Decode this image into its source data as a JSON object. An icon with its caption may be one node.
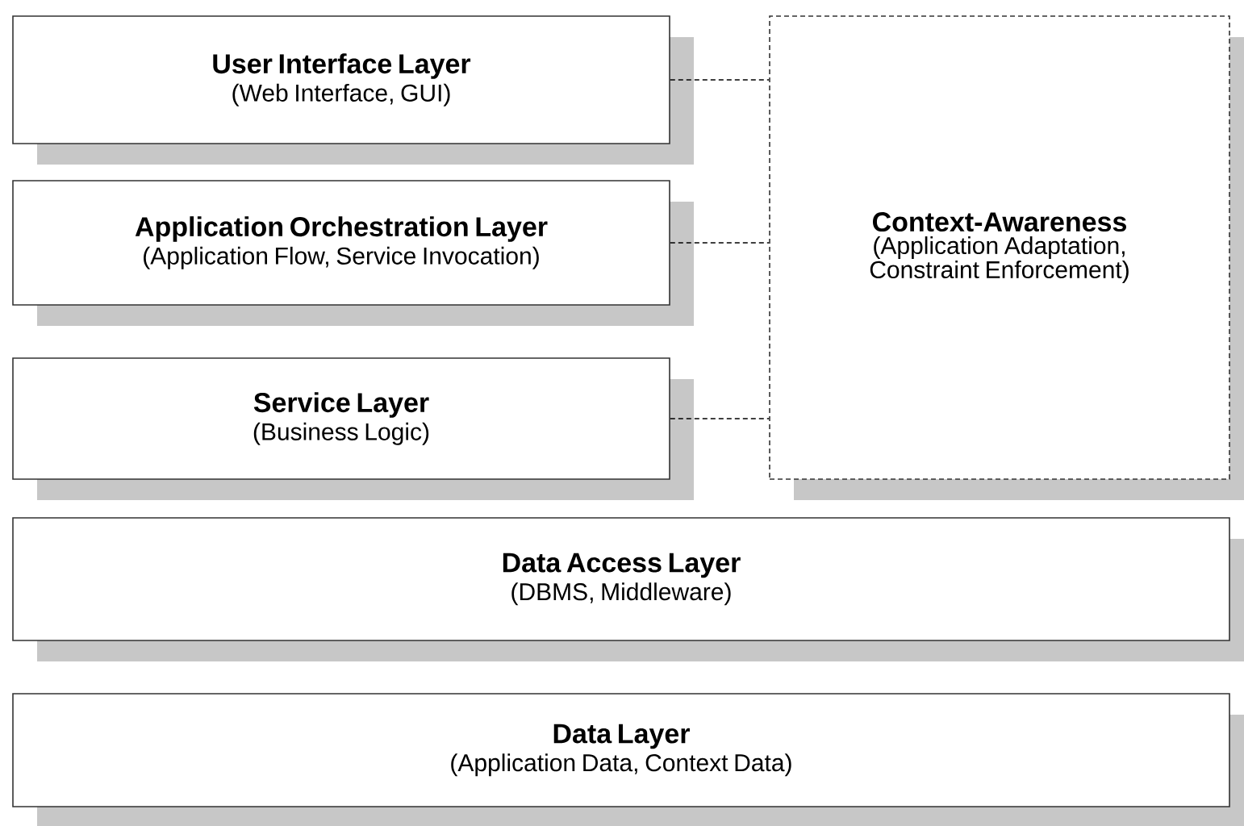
{
  "diagram": {
    "nodes": [
      {
        "text": [
          "User Interface Layer",
          "(Web Interface, GUI)"
        ]
      },
      {
        "text": [
          "Application Orchestration Layer",
          "(Application Flow, Service Invocation)"
        ]
      },
      {
        "text": [
          "Service Layer",
          "(Business Logic)"
        ]
      },
      {
        "text": [
          "Context-Awareness",
          "(Application Adaptation, Constraint Enforcement)"
        ]
      },
      {
        "text": [
          "Data Access Layer",
          "(DBMS, Middleware)"
        ]
      },
      {
        "text": [
          "Data Layer",
          "(Application Data, Context Data)"
        ]
      }
    ],
    "edges": [
      {
        "from": 0,
        "to": 3,
        "arrow": "none",
        "style": "dashed"
      },
      {
        "from": 1,
        "to": 3,
        "arrow": "none",
        "style": "dashed"
      },
      {
        "from": 2,
        "to": 3,
        "arrow": "none",
        "style": "dashed"
      }
    ]
  }
}
